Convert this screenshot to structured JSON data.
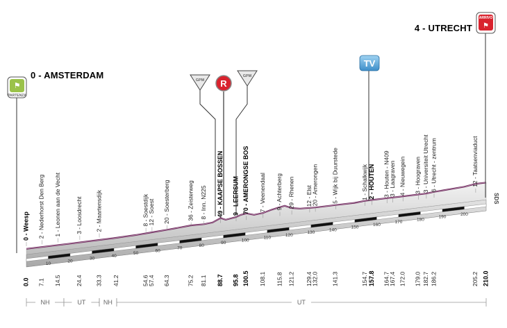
{
  "start": {
    "label": "0 - AMSTERDAM",
    "badge": "PARTENZA",
    "km": 0.0,
    "color": "#9bc24a"
  },
  "finish": {
    "label": "4 - UTRECHT",
    "badge": "ARRIVO",
    "km": 210.0,
    "color": "#d9232e"
  },
  "markers": {
    "tv": {
      "label": "TV",
      "km": 154.7
    },
    "gpm1": {
      "label": "GPM",
      "km": 88.7
    },
    "gpm2": {
      "label": "GPM",
      "km": 100.5
    },
    "sprint": {
      "label": "R",
      "km": 95.8
    }
  },
  "sds_label": "SDS",
  "regions": [
    {
      "label": "NH",
      "from_km": 0,
      "to_km": 17.1
    },
    {
      "label": "UT",
      "from_km": 17.1,
      "to_km": 33.3
    },
    {
      "label": "NH",
      "from_km": 33.3,
      "to_km": 41.2
    },
    {
      "label": "UT",
      "from_km": 41.2,
      "to_km": 210.0
    }
  ],
  "profile_elevation_points": [
    [
      0,
      2
    ],
    [
      20,
      2
    ],
    [
      40,
      2.3
    ],
    [
      50,
      3
    ],
    [
      57.4,
      4
    ],
    [
      64.3,
      5
    ],
    [
      70,
      6
    ],
    [
      75.2,
      7
    ],
    [
      81.1,
      6.5
    ],
    [
      85,
      7.5
    ],
    [
      88.7,
      12
    ],
    [
      91,
      9
    ],
    [
      95.8,
      11
    ],
    [
      98,
      13
    ],
    [
      100.5,
      14
    ],
    [
      104,
      11
    ],
    [
      108.1,
      12
    ],
    [
      112,
      15
    ],
    [
      115.8,
      17
    ],
    [
      118,
      18
    ],
    [
      121.2,
      14
    ],
    [
      125,
      12
    ],
    [
      132,
      11
    ],
    [
      141.3,
      11
    ],
    [
      150,
      11
    ],
    [
      154.7,
      12
    ],
    [
      157.8,
      12
    ],
    [
      165,
      12
    ],
    [
      172,
      12
    ],
    [
      182.7,
      12
    ],
    [
      186.2,
      13
    ],
    [
      200,
      15
    ],
    [
      205.2,
      17
    ],
    [
      210,
      17
    ]
  ],
  "ticks": [
    10,
    20,
    30,
    40,
    50,
    60,
    70,
    80,
    90,
    100,
    110,
    120,
    130,
    140,
    150,
    160,
    170,
    180,
    190,
    200
  ],
  "waypoints": [
    {
      "name": "0 - Weesp",
      "km": "0.0",
      "major": true,
      "nkm": 0.0
    },
    {
      "name": "2 - Nederhorst Den Berg",
      "km": "7.1",
      "nkm": 7.1
    },
    {
      "name": "1 - Leonen aan de Vecht",
      "km": "14.5",
      "nkm": 14.5
    },
    {
      "name": "3 - Loosdrecht",
      "km": "24.4",
      "nkm": 24.4
    },
    {
      "name": "2 - Maartensdijk",
      "km": "33.3",
      "nkm": 33.3
    },
    {
      "name": "",
      "km": "41.2",
      "nkm": 41.2
    },
    {
      "name": "8 - Soestdijk",
      "km": "54.6",
      "nkm": 54.6
    },
    {
      "name": "12 - Soest",
      "km": "57.4",
      "nkm": 57.4
    },
    {
      "name": "20 - Soesterberg",
      "km": "64.3",
      "nkm": 64.3
    },
    {
      "name": "36 - Zeisterweg",
      "km": "75.2",
      "nkm": 75.2
    },
    {
      "name": "8 - Inn. N225",
      "km": "81.1",
      "nkm": 81.1
    },
    {
      "name": "49 - KAAPSE BOSSEN",
      "km": "88.7",
      "major": true,
      "nkm": 88.7
    },
    {
      "name": "9 - LEERSUM",
      "km": "95.8",
      "major": true,
      "nkm": 95.8
    },
    {
      "name": "70 - AMERONGSE BOS",
      "km": "100.5",
      "major": true,
      "nkm": 100.5
    },
    {
      "name": "7 - Veenendaal",
      "km": "108.1",
      "nkm": 108.1
    },
    {
      "name": "9 - Achterberg",
      "km": "115.8",
      "nkm": 115.8
    },
    {
      "name": "29 - Rhenen",
      "km": "121.2",
      "nkm": 121.2
    },
    {
      "name": "12 - Elst",
      "km": "129.4",
      "nkm": 129.4
    },
    {
      "name": "20 - Amerongen",
      "km": "132.0",
      "nkm": 132.0
    },
    {
      "name": "5 - Wijk bij Duurstede",
      "km": "141.3",
      "nkm": 141.3
    },
    {
      "name": "1 - Schalkwijk",
      "km": "154.7",
      "nkm": 154.7
    },
    {
      "name": "2 - HOUTEN",
      "km": "157.8",
      "major": true,
      "nkm": 157.8
    },
    {
      "name": "3 - Houten - N409",
      "km": "164.7",
      "nkm": 164.7
    },
    {
      "name": "3 - Laagraven",
      "km": "167.4",
      "nkm": 167.4
    },
    {
      "name": "4 - Nieuwegein",
      "km": "172.0",
      "nkm": 172.0
    },
    {
      "name": "3 - Hoograven",
      "km": "179.0",
      "nkm": 179.0
    },
    {
      "name": "3 - Universiteit Utrecht",
      "km": "182.7",
      "nkm": 182.7
    },
    {
      "name": "6 - Utrecht - zentrum",
      "km": "186.2",
      "nkm": 186.2
    },
    {
      "name": "12 - Taatsenviaduct",
      "km": "205.2",
      "nkm": 205.2
    },
    {
      "name": "",
      "km": "210.0",
      "major": true,
      "nkm": 210.0
    }
  ]
}
